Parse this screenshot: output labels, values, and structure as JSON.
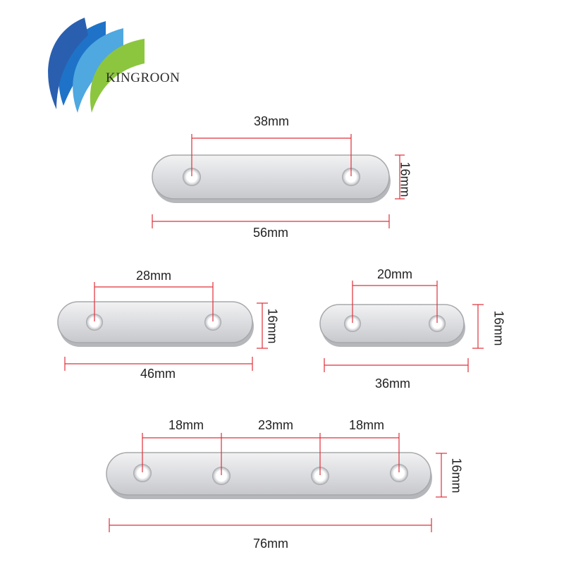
{
  "brand": {
    "name": "KINGROON",
    "colors": {
      "blue": "#1e73c8",
      "lightblue": "#4fa8e0",
      "green": "#8cc63f"
    }
  },
  "plates": [
    {
      "id": "plate-1",
      "holes": 2,
      "length_label": "56mm",
      "spacing_labels": [
        "38mm"
      ],
      "width_label": "16mm"
    },
    {
      "id": "plate-2",
      "holes": 2,
      "length_label": "46mm",
      "spacing_labels": [
        "28mm"
      ],
      "width_label": "16mm"
    },
    {
      "id": "plate-3",
      "holes": 2,
      "length_label": "36mm",
      "spacing_labels": [
        "20mm"
      ],
      "width_label": "16mm"
    },
    {
      "id": "plate-4",
      "holes": 4,
      "length_label": "76mm",
      "spacing_labels": [
        "18mm",
        "23mm",
        "18mm"
      ],
      "width_label": "16mm"
    }
  ],
  "dimension_line_color": "#e0303a",
  "plate_colors": {
    "face": "#e4e4e6",
    "edge": "#a9abae",
    "hole": "#ffffff"
  }
}
